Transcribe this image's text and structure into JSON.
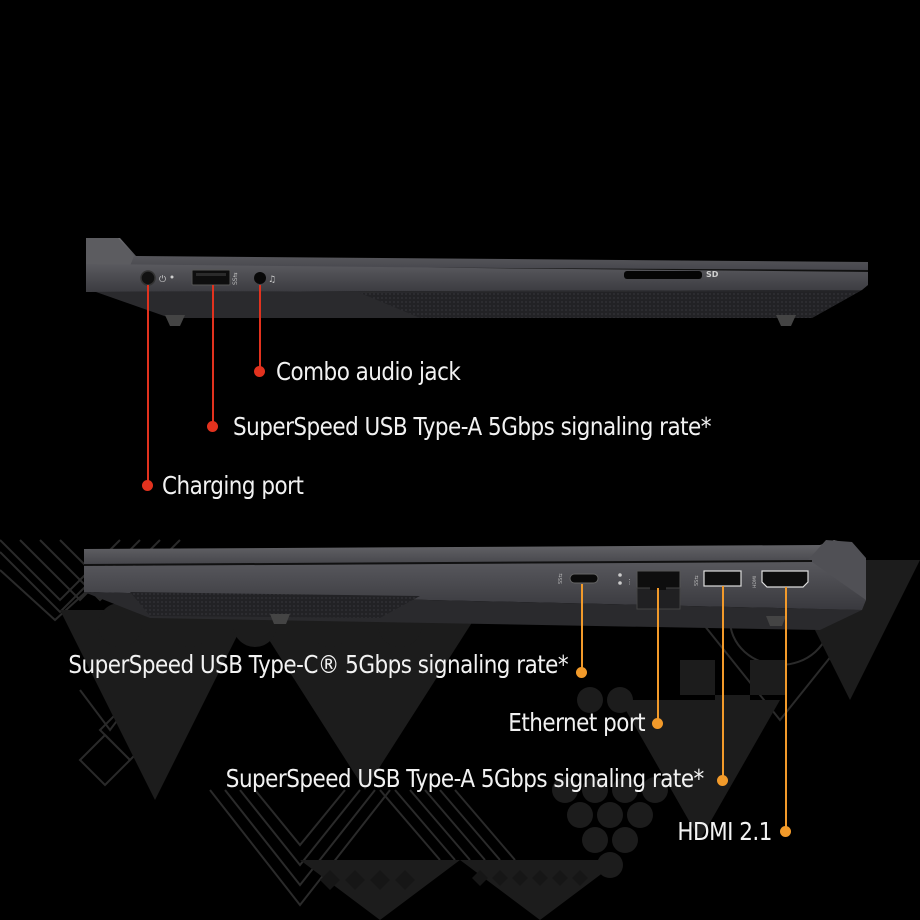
{
  "colors": {
    "background": "#000000",
    "left_side_callout": "#e2321e",
    "right_side_callout": "#f29a2a",
    "label_text": "#f2f2f2",
    "chassis": "#4a4a4d"
  },
  "left_side_view": {
    "port_markings": {
      "sd_slot_label": "SD",
      "usb_a_marking": "SS⇆",
      "audio_icon": "headset-icon",
      "power_icon": "power-plug-icon"
    },
    "callouts": [
      {
        "label": "Combo audio jack"
      },
      {
        "label": "SuperSpeed USB Type-A 5Gbps signaling rate*"
      },
      {
        "label": "Charging port"
      }
    ]
  },
  "right_side_view": {
    "port_markings": {
      "usb_c_marking": "SS⇆",
      "usb_a_marking": "SS⇆",
      "hdmi_marking": "HDMI",
      "ethernet_icon": "network-icon"
    },
    "callouts": [
      {
        "label": "SuperSpeed USB Type-C® 5Gbps signaling rate*"
      },
      {
        "label": "Ethernet port"
      },
      {
        "label": "SuperSpeed USB Type-A 5Gbps signaling rate*"
      },
      {
        "label": "HDMI 2.1"
      }
    ]
  }
}
